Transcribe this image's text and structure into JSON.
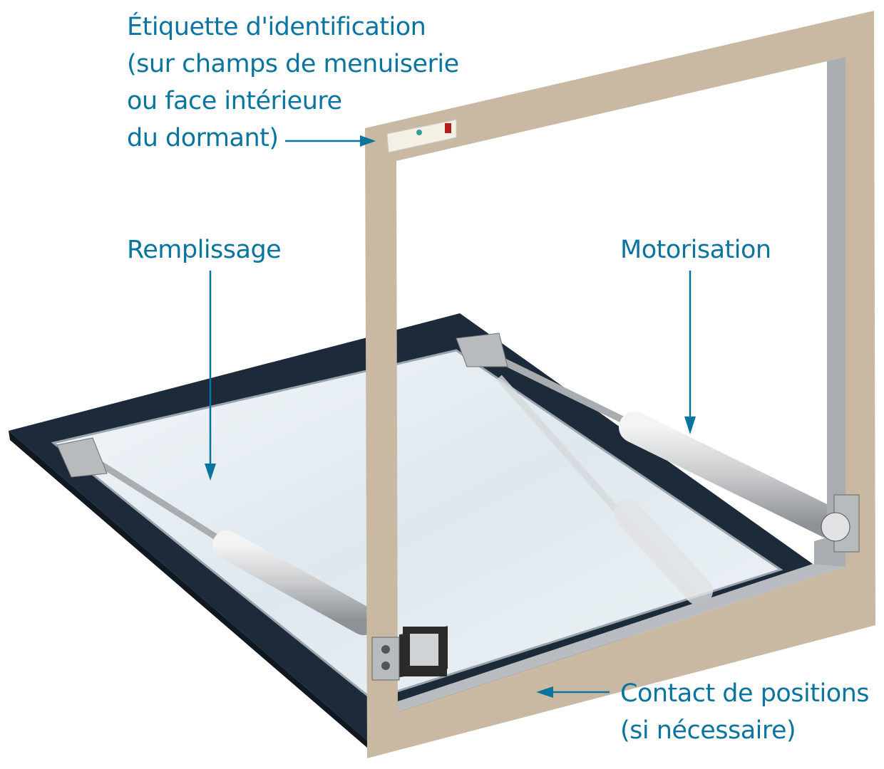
{
  "labels": {
    "etiquette": {
      "title": "Étiquette d'identification",
      "line2": "(sur champs de menuiserie",
      "line3": "ou face intérieure",
      "line4": "du dormant)"
    },
    "remplissage": "Remplissage",
    "motorisation": "Motorisation",
    "contact": {
      "title": "Contact de positions",
      "note": "(si nécessaire)"
    }
  },
  "colors": {
    "accent": "#0a74a0",
    "frame": "#c9b9a3",
    "glass_border": "#1c2a3a",
    "glass": "#e4ecf2"
  }
}
